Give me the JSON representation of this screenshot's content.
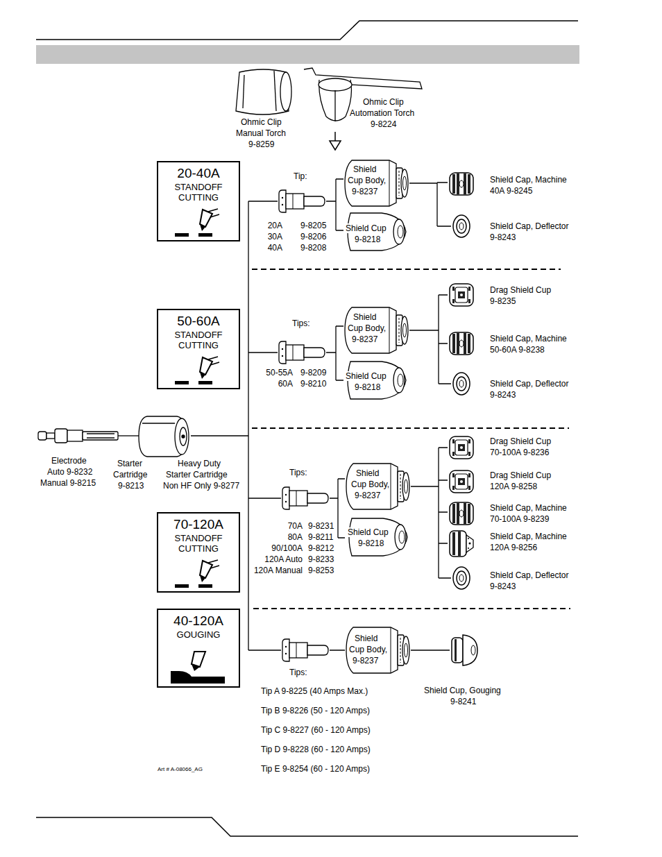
{
  "diagram": {
    "nodes": [
      {
        "text": [
          "20-40A",
          "STANDOFF CUTTING"
        ]
      },
      {
        "text": [
          "50-60A",
          "STANDOFF CUTTING"
        ]
      },
      {
        "text": [
          "70-120A",
          "STANDOFF CUTTING"
        ]
      },
      {
        "text": [
          "40-120A",
          "GOUGING"
        ]
      }
    ],
    "labels": [
      "Ohmic Clip",
      "Manual Torch",
      "9-8259",
      "Ohmic Clip",
      "Automation Torch",
      "9-8224",
      "Tip:",
      "20A",
      "9-8205",
      "30A",
      "9-8206",
      "40A",
      "9-8208",
      "Shield",
      "Cup Body,",
      "9-8237",
      "Shield Cup",
      "9-8218",
      "Shield Cap, Machine",
      "40A 9-8245",
      "Shield Cap, Deflector",
      "9-8243",
      "Tips:",
      "50-55A",
      "9-8209",
      "60A",
      "9-8210",
      "Shield",
      "Cup Body,",
      "9-8237",
      "Shield Cup",
      "9-8218",
      "Drag Shield Cup",
      "9-8235",
      "Shield Cap, Machine",
      "50-60A 9-8238",
      "Shield Cap, Deflector",
      "9-8243",
      "Electrode",
      "Auto 9-8232",
      "Manual 9-8215",
      "Starter",
      "Cartridge",
      "9-8213",
      "Heavy Duty",
      "Starter Cartridge",
      "Non HF Only 9-8277",
      "Tips:",
      "70A",
      "9-8231",
      "80A",
      "9-8211",
      "90/100A",
      "9-8212",
      "120A Auto",
      "9-8233",
      "120A Manual",
      "9-8253",
      "Shield",
      "Cup Body,",
      "9-8237",
      "Shield Cup",
      "9-8218",
      "Drag Shield Cup",
      "70-100A 9-8236",
      "Drag Shield Cup",
      "120A 9-8258",
      "Shield Cap, Machine",
      "70-100A 9-8239",
      "Shield Cap, Machine",
      "120A 9-8256",
      "Shield Cap, Deflector",
      "9-8243",
      "Shield",
      "Cup Body,",
      "9-8237",
      "Tips:",
      "Shield Cup, Gouging",
      "9-8241",
      "Tip A 9-8225 (40 Amps Max.)",
      "Tip B 9-8226 (50 - 120 Amps)",
      "Tip C 9-8227 (60 - 120 Amps)",
      "Tip D 9-8228 (60 - 120 Amps)",
      "Tip E 9-8254 (60 - 120 Amps)",
      "Art # A-08066_AG"
    ]
  }
}
